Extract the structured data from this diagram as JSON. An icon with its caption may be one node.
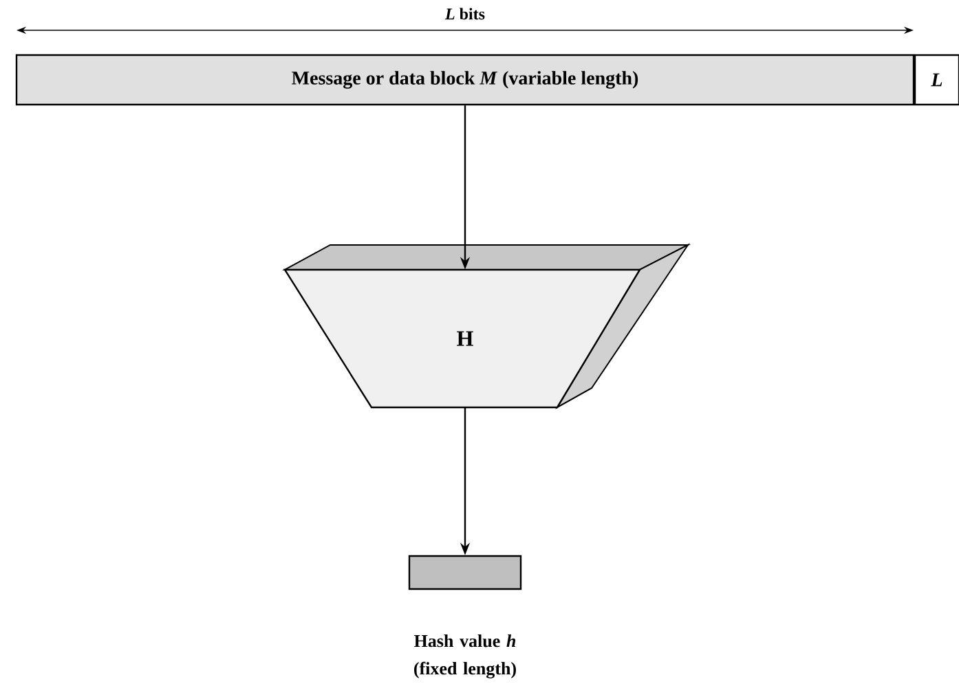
{
  "diagram": {
    "nodes": [
      {
        "text": [
          "Message or data block *M* (variable length)"
        ]
      },
      {
        "text": [
          "L"
        ]
      },
      {
        "text": [
          "H"
        ]
      },
      {
        "text": [],
        "shape": "box",
        "beside": [
          "Hash value *h* (fixed length)"
        ]
      }
    ],
    "edges": [
      {
        "from": 0,
        "to": 2,
        "arrow": "to"
      },
      {
        "from": 2,
        "to": 3,
        "arrow": "to"
      }
    ],
    "labels": [
      "*L* bits"
    ]
  }
}
